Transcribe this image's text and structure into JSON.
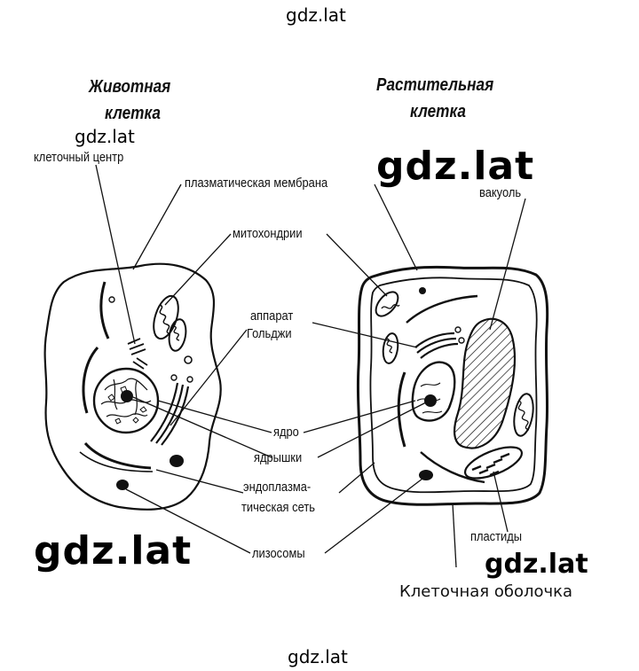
{
  "watermarks": {
    "top": "gdz.lat",
    "left_small": "gdz.lat",
    "right_big": "gdz.lat",
    "left_big": "gdz.lat",
    "right_mid": "gdz.lat",
    "bottom": "gdz.lat"
  },
  "titles": {
    "animal_line1": "Животная",
    "animal_line2": "клетка",
    "plant_line1": "Растительная",
    "plant_line2": "клетка"
  },
  "labels": {
    "cell_center": "клеточный центр",
    "plasma_membrane": "плазматическая мембрана",
    "vacuole": "вакуоль",
    "mitochondria": "митохондрии",
    "golgi_line1": "аппарат",
    "golgi_line2": "Гольджи",
    "nucleus": "ядро",
    "nucleoli": "ядрышки",
    "er_line1": "эндоплазма-",
    "er_line2": "тическая сеть",
    "lysosomes": "лизосомы",
    "plastids": "пластиды"
  },
  "caption": {
    "cell_wall": "Клеточная оболочка"
  }
}
